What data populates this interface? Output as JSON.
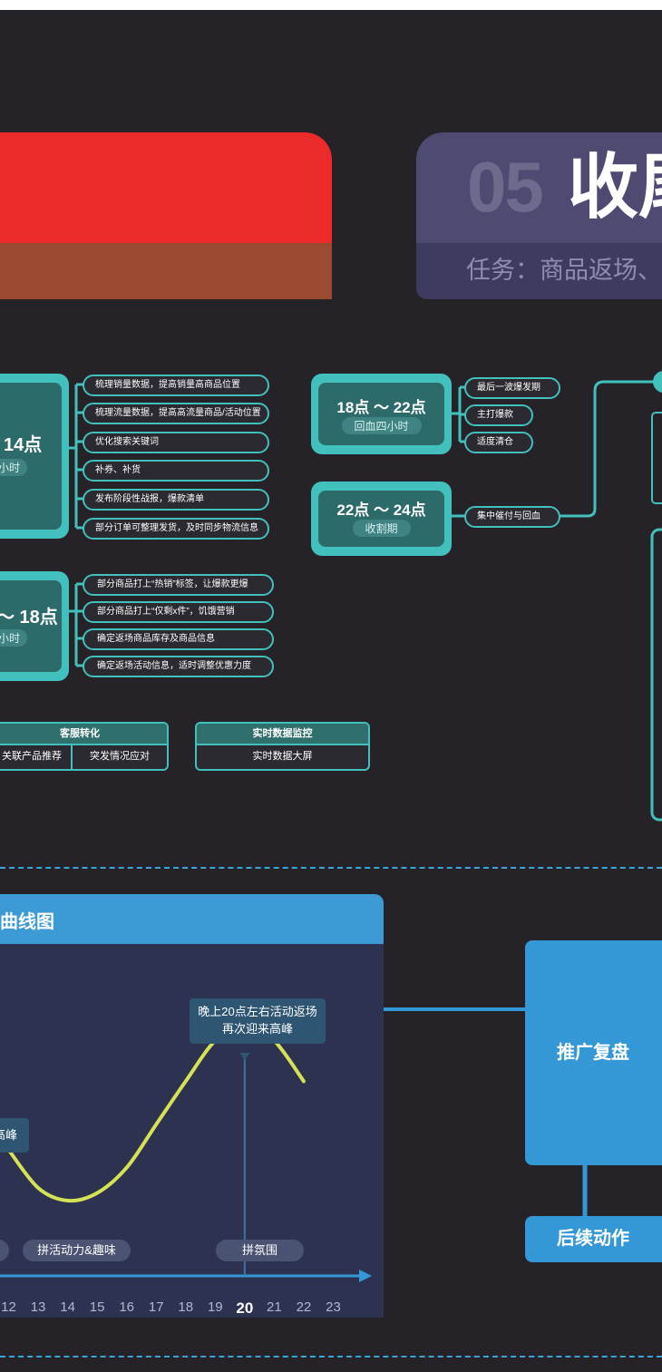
{
  "header": {
    "section_number": "05",
    "section_title": "收尾",
    "task_text": "任务：商品返场、"
  },
  "schedule": {
    "left_box_1": {
      "time": "14点",
      "sub": "小时"
    },
    "left_box_2": {
      "time": "～ 18点",
      "sub": "小时"
    },
    "box_18_22": {
      "time": "18点 ～ 22点",
      "sub": "回血四小时"
    },
    "box_22_24": {
      "time": "22点 ～ 24点",
      "sub": "收割期"
    },
    "tasks_group_1": [
      "梳理销量数据，提高销量高商品位置",
      "梳理流量数据，提高高流量商品/活动位置",
      "优化搜索关键词",
      "补券、补货",
      "发布阶段性战报，爆款清单",
      "部分订单可整理发货，及时同步物流信息"
    ],
    "tasks_group_2": [
      "部分商品打上“热销”标签，让爆款更爆",
      "部分商品打上“仅剩x件”，饥饿营销",
      "确定返场商品库存及商品信息",
      "确定返场活动信息，适时调整优惠力度"
    ],
    "tasks_group_3": [
      "最后一波爆发期",
      "主打爆款",
      "适度清仓"
    ],
    "tasks_group_4": [
      "集中催付与回血"
    ]
  },
  "tools": {
    "customer": {
      "title": "客服转化",
      "cells": [
        "关联产品推荐",
        "突发情况应对"
      ]
    },
    "monitor": {
      "title": "实时数据监控",
      "cells": [
        "实时数据大屏"
      ]
    }
  },
  "chart": {
    "panel_title": "曲线图",
    "callout_peak": "晚上20点左右活动返场\n再次迎来高峰",
    "callout_left": "高峰",
    "phases": [
      "拼活动力&趣味",
      "拼氛围"
    ],
    "highlight_tick": "20"
  },
  "chart_data": {
    "type": "line",
    "x": [
      12,
      13,
      14,
      15,
      16,
      17,
      18,
      19,
      20,
      21,
      22,
      23
    ],
    "tick_labels": [
      "12",
      "13",
      "14",
      "15",
      "16",
      "17",
      "18",
      "19",
      "20",
      "21",
      "22",
      "23"
    ],
    "series": [
      {
        "values": [
          35,
          20,
          15,
          18,
          28,
          45,
          62,
          78,
          85,
          78,
          62,
          null
        ]
      }
    ],
    "xlim": [
      11.4,
      24
    ],
    "ylim": [
      0,
      100
    ],
    "highlight_x": 20,
    "line_color": "#d5e254"
  },
  "right_panel": {
    "promo_review": "推广复盘",
    "follow_up": "后续动作"
  },
  "colors": {
    "background": "#252327",
    "teal": "#42c0bd",
    "red": "#ed2a2a",
    "purple": "#4f4a72",
    "blue": "#3498d7"
  }
}
